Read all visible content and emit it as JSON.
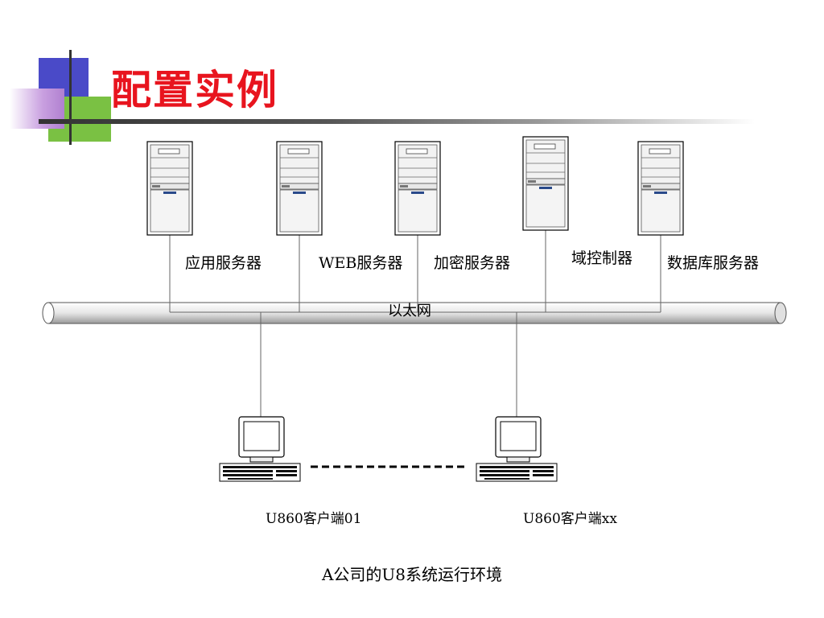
{
  "title": "配置实例",
  "servers": [
    {
      "label": "应用服务器"
    },
    {
      "label": "WEB服务器"
    },
    {
      "label": "加密服务器"
    },
    {
      "label": "域控制器"
    },
    {
      "label": "数据库服务器"
    }
  ],
  "network": {
    "label": "以太网"
  },
  "clients": [
    {
      "label": "U860客户端01"
    },
    {
      "label": "U860客户端xx"
    }
  ],
  "caption": "A公司的U8系统运行环境",
  "colors": {
    "title": "#e8141e",
    "deco_blue": "#4a4ac8",
    "deco_green": "#7ac143",
    "deco_purple": "#c9a0e0"
  }
}
